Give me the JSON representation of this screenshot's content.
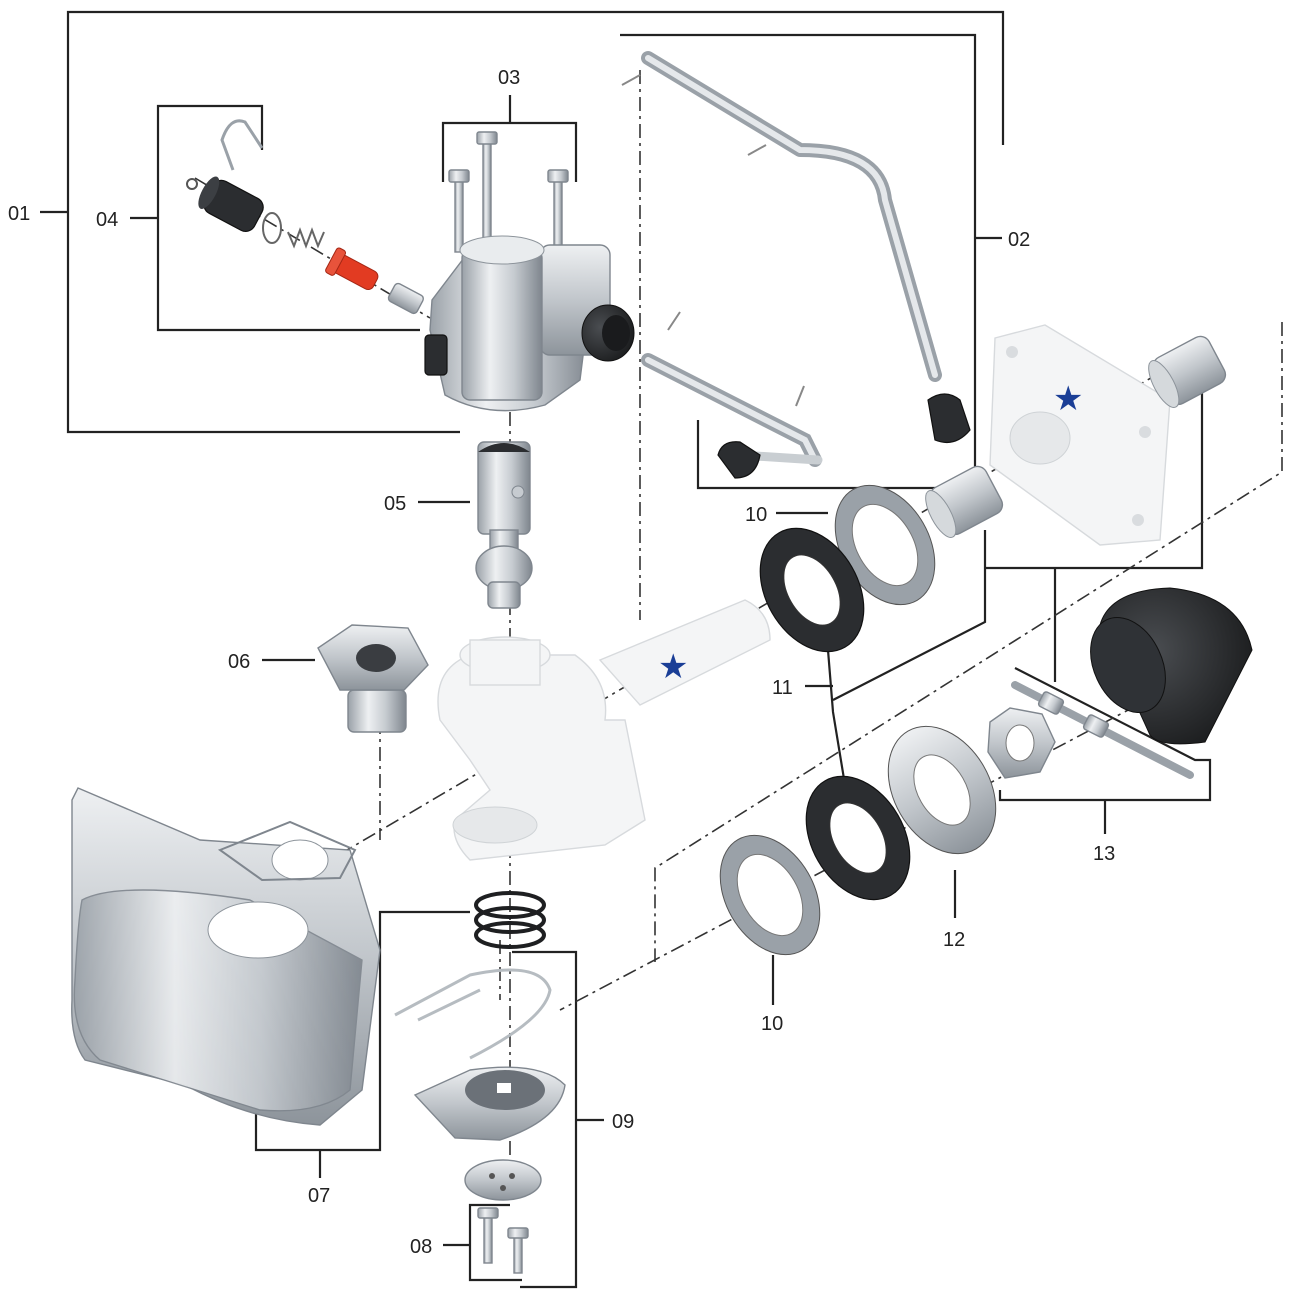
{
  "part_labels": {
    "p01": "01",
    "p02": "02",
    "p03": "03",
    "p04": "04",
    "p05": "05",
    "p06": "06",
    "p07": "07",
    "p08": "08",
    "p09": "09",
    "p10a": "10",
    "p10b": "10",
    "p11": "11",
    "p12": "12",
    "p13": "13"
  },
  "colors": {
    "star": "#1a3e96",
    "highlight_pin": "#e23b22",
    "steel_light": "#e3e6e9",
    "steel_dark": "#8d949b",
    "rubber": "#2b2d30",
    "plastic_white": "#f4f5f6"
  },
  "markers": [
    "star-icon",
    "star-icon"
  ]
}
